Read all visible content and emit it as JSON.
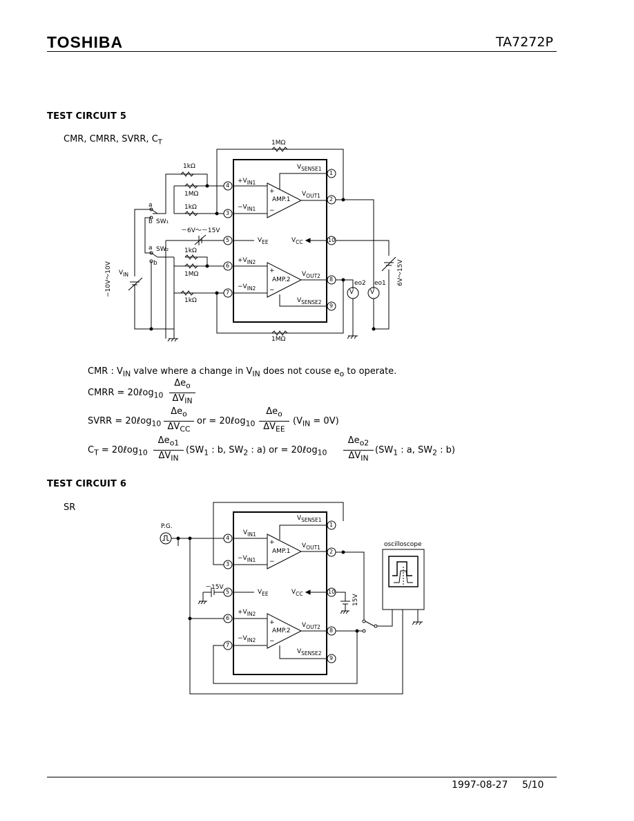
{
  "header": {
    "brand": "TOSHIBA",
    "part_number": "TA7272P"
  },
  "section5": {
    "title": "TEST CIRCUIT 5",
    "params": "CMR, CMRR, SVRR, C",
    "params_sub": "T",
    "labels": {
      "r_top": "1MΩ",
      "r_bottom": "1MΩ",
      "r1k_a": "1kΩ",
      "r1m_a": "1MΩ",
      "r1k_b": "1kΩ",
      "supply_neg": "－6V～－15V",
      "r1k_c": "1kΩ",
      "r1m_b": "1MΩ",
      "r1k_d": "1kΩ",
      "sw1": "SW₁",
      "sw2": "SW₂",
      "a": "a",
      "b": "b",
      "vin": "V",
      "vin_sub": "IN",
      "vin_range": "−10V～10V",
      "vsense1": "V",
      "vsense1_sub": "SENSE1",
      "vin1p": "+V",
      "vin1p_sub": "IN1",
      "vin1n": "−V",
      "vin1n_sub": "IN1",
      "vout1": "V",
      "vout1_sub": "OUT1",
      "amp1": "AMP.1",
      "amp2": "AMP.2",
      "vee": "V",
      "vee_sub": "EE",
      "vcc": "V",
      "vcc_sub": "CC",
      "vin2p": "+V",
      "vin2p_sub": "IN2",
      "vin2n": "−V",
      "vin2n_sub": "IN2",
      "vout2": "V",
      "vout2_sub": "OUT2",
      "vsense2": "V",
      "vsense2_sub": "SENSE2",
      "eo2": "eo2",
      "eo1": "eo1",
      "supply_pos": "6V～15V",
      "meter": "V",
      "plus": "+",
      "minus": "−",
      "pins": [
        "1",
        "2",
        "3",
        "4",
        "5",
        "6",
        "7",
        "8",
        "9",
        "10"
      ]
    },
    "cmr": {
      "text1": "CMR : V",
      "sub1": "IN",
      "text2": " valve where a change in V",
      "sub2": "IN",
      "text3": " does not couse e",
      "sub3": "o",
      "text4": " to operate."
    },
    "cmrr": {
      "lhs": "CMRR = 20ℓog",
      "log_sub": "10",
      "num": "Δe",
      "num_sub": "o",
      "den": "ΔV",
      "den_sub": "IN"
    },
    "svrr": {
      "lhs": "SVRR = 20ℓog",
      "log_sub": "10",
      "num1": "Δe",
      "num1_sub": "o",
      "den1": "ΔV",
      "den1_sub": "CC",
      "or": "or = 20ℓog",
      "log_sub2": "10",
      "num2": "Δe",
      "num2_sub": "o",
      "den2": "ΔV",
      "den2_sub": "EE",
      "cond": "(V",
      "cond_sub": "IN",
      "cond_end": " = 0V)"
    },
    "ct": {
      "lhs": "C",
      "lhs_sub": "T",
      "lhs2": " = 20ℓog",
      "log_sub": "10",
      "num1": "Δe",
      "num1_sub": "o1",
      "den1": "ΔV",
      "den1_sub": "IN",
      "cond1": "(SW",
      "cond1_s1": "1",
      "cond1_m": " : b, SW",
      "cond1_s2": "2",
      "cond1_e": " : a) or = 20ℓog",
      "log_sub2": "10",
      "num2": "Δe",
      "num2_sub": "o2",
      "den2": "ΔV",
      "den2_sub": "IN",
      "cond2": "(SW",
      "cond2_s1": "1",
      "cond2_m": " : a, SW",
      "cond2_s2": "2",
      "cond2_e": " : b)"
    }
  },
  "section6": {
    "title": "TEST CIRCUIT 6",
    "param": "SR",
    "labels": {
      "pg": "P.G.",
      "vsense1": "V",
      "vsense1_sub": "SENSE1",
      "vin1p": "V",
      "vin1p_sub": "IN1",
      "vin1n": "−V",
      "vin1n_sub": "IN1",
      "vout1": "V",
      "vout1_sub": "OUT1",
      "amp1": "AMP.1",
      "amp2": "AMP.2",
      "supply_neg": "－15V",
      "vee": "V",
      "vee_sub": "EE",
      "vcc": "V",
      "vcc_sub": "CC",
      "supply_pos": "15V",
      "vin2p": "+V",
      "vin2p_sub": "IN2",
      "vin2n": "−V",
      "vin2n_sub": "IN2",
      "vout2": "V",
      "vout2_sub": "OUT2",
      "vsense2": "V",
      "vsense2_sub": "SENSE2",
      "oscilloscope": "oscilloscope",
      "plus": "+",
      "minus": "−",
      "pins": [
        "1",
        "2",
        "3",
        "4",
        "5",
        "6",
        "7",
        "8",
        "9",
        "10"
      ]
    }
  },
  "footer": {
    "date": "1997-08-27",
    "page": "5/10"
  }
}
